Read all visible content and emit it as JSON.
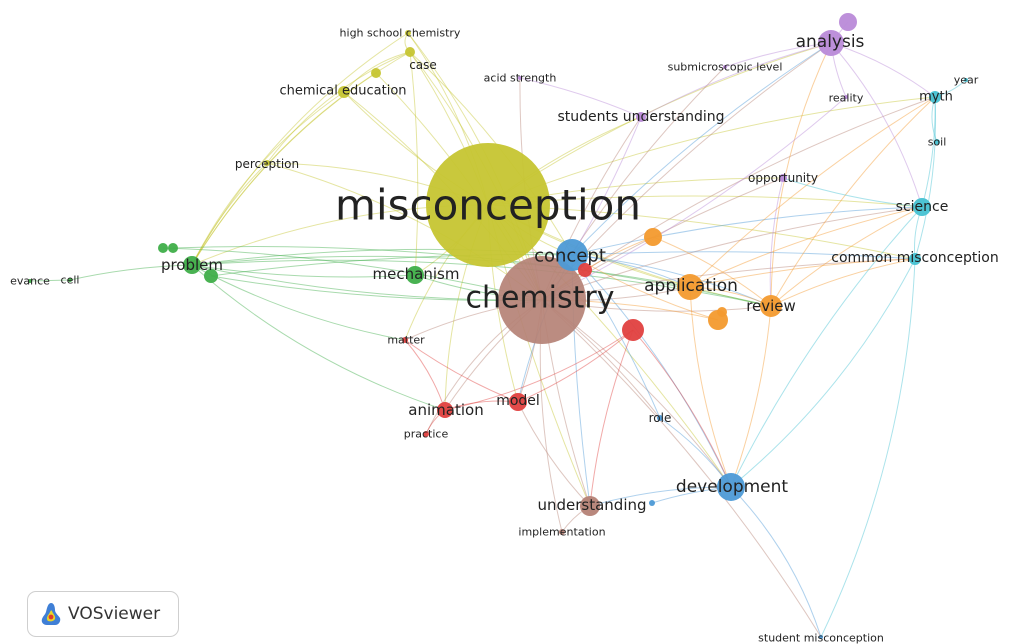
{
  "logo": {
    "text": "VOSviewer"
  },
  "clusters": {
    "yellow": "#c6c531",
    "green": "#3fae49",
    "red": "#e0403f",
    "blue": "#4d9ad6",
    "purple": "#b98ad8",
    "cyan": "#45c1d2",
    "orange": "#f39a2e",
    "brown": "#b58276"
  },
  "nodes": [
    {
      "id": "misconception",
      "label": "misconception",
      "cluster": "yellow",
      "weight": 100
    },
    {
      "id": "high-school-chemistry",
      "label": "high school chemistry",
      "cluster": "yellow",
      "weight": 2
    },
    {
      "id": "case",
      "label": "case",
      "cluster": "yellow",
      "weight": 3
    },
    {
      "id": "chemical-education",
      "label": "chemical education",
      "cluster": "yellow",
      "weight": 4
    },
    {
      "id": "perception",
      "label": "perception",
      "cluster": "yellow",
      "weight": 2
    },
    {
      "id": "acid-strength",
      "label": "acid strength",
      "cluster": "purple",
      "weight": 1
    },
    {
      "id": "problem",
      "label": "problem",
      "cluster": "green",
      "weight": 8
    },
    {
      "id": "mechanism",
      "label": "mechanism",
      "cluster": "green",
      "weight": 6
    },
    {
      "id": "cell",
      "label": "cell",
      "cluster": "green",
      "weight": 1
    },
    {
      "id": "relevance",
      "label": "evance",
      "cluster": "green",
      "weight": 1
    },
    {
      "id": "concept",
      "label": "concept",
      "cluster": "blue",
      "weight": 15
    },
    {
      "id": "chemistry",
      "label": "chemistry",
      "cluster": "brown",
      "weight": 60
    },
    {
      "id": "application",
      "label": "application",
      "cluster": "orange",
      "weight": 10
    },
    {
      "id": "review",
      "label": "review",
      "cluster": "orange",
      "weight": 8
    },
    {
      "id": "analysis",
      "label": "analysis",
      "cluster": "purple",
      "weight": 12
    },
    {
      "id": "submicroscopic-level",
      "label": "submicroscopic level",
      "cluster": "purple",
      "weight": 1
    },
    {
      "id": "reality",
      "label": "reality",
      "cluster": "purple",
      "weight": 1
    },
    {
      "id": "students-understanding",
      "label": "students understanding",
      "cluster": "purple",
      "weight": 2
    },
    {
      "id": "opportunity",
      "label": "opportunity",
      "cluster": "purple",
      "weight": 1
    },
    {
      "id": "year",
      "label": "year",
      "cluster": "cyan",
      "weight": 1
    },
    {
      "id": "myth",
      "label": "myth",
      "cluster": "cyan",
      "weight": 3
    },
    {
      "id": "soil",
      "label": "soil",
      "cluster": "cyan",
      "weight": 1
    },
    {
      "id": "science",
      "label": "science",
      "cluster": "cyan",
      "weight": 5
    },
    {
      "id": "common-misconception",
      "label": "common misconception",
      "cluster": "cyan",
      "weight": 3
    },
    {
      "id": "matter",
      "label": "matter",
      "cluster": "red",
      "weight": 1
    },
    {
      "id": "animation",
      "label": "animation",
      "cluster": "red",
      "weight": 5
    },
    {
      "id": "model",
      "label": "model",
      "cluster": "red",
      "weight": 5
    },
    {
      "id": "practice",
      "label": "practice",
      "cluster": "red",
      "weight": 1
    },
    {
      "id": "role",
      "label": "role",
      "cluster": "blue",
      "weight": 1
    },
    {
      "id": "development",
      "label": "development",
      "cluster": "blue",
      "weight": 10
    },
    {
      "id": "understanding",
      "label": "understanding",
      "cluster": "brown",
      "weight": 6
    },
    {
      "id": "implementation",
      "label": "implementation",
      "cluster": "brown",
      "weight": 1
    },
    {
      "id": "student-misconception",
      "label": "student misconception",
      "cluster": "blue",
      "weight": 1
    },
    {
      "id": "unlabeled-red-1",
      "label": "",
      "cluster": "red",
      "weight": 5
    },
    {
      "id": "unlabeled-red-2",
      "label": "",
      "cluster": "red",
      "weight": 2
    },
    {
      "id": "unlabeled-orange-1",
      "label": "",
      "cluster": "orange",
      "weight": 3
    },
    {
      "id": "unlabeled-orange-2",
      "label": "",
      "cluster": "orange",
      "weight": 5
    },
    {
      "id": "unlabeled-orange-3",
      "label": "",
      "cluster": "orange",
      "weight": 1
    },
    {
      "id": "unlabeled-purple-1",
      "label": "",
      "cluster": "purple",
      "weight": 3
    },
    {
      "id": "unlabeled-green-1",
      "label": "",
      "cluster": "green",
      "weight": 2
    },
    {
      "id": "unlabeled-green-2",
      "label": "",
      "cluster": "green",
      "weight": 2
    },
    {
      "id": "unlabeled-green-3",
      "label": "",
      "cluster": "green",
      "weight": 3
    },
    {
      "id": "unlabeled-yellow-1",
      "label": "",
      "cluster": "yellow",
      "weight": 2
    },
    {
      "id": "unlabeled-blue-1",
      "label": "",
      "cluster": "blue",
      "weight": 1
    }
  ]
}
